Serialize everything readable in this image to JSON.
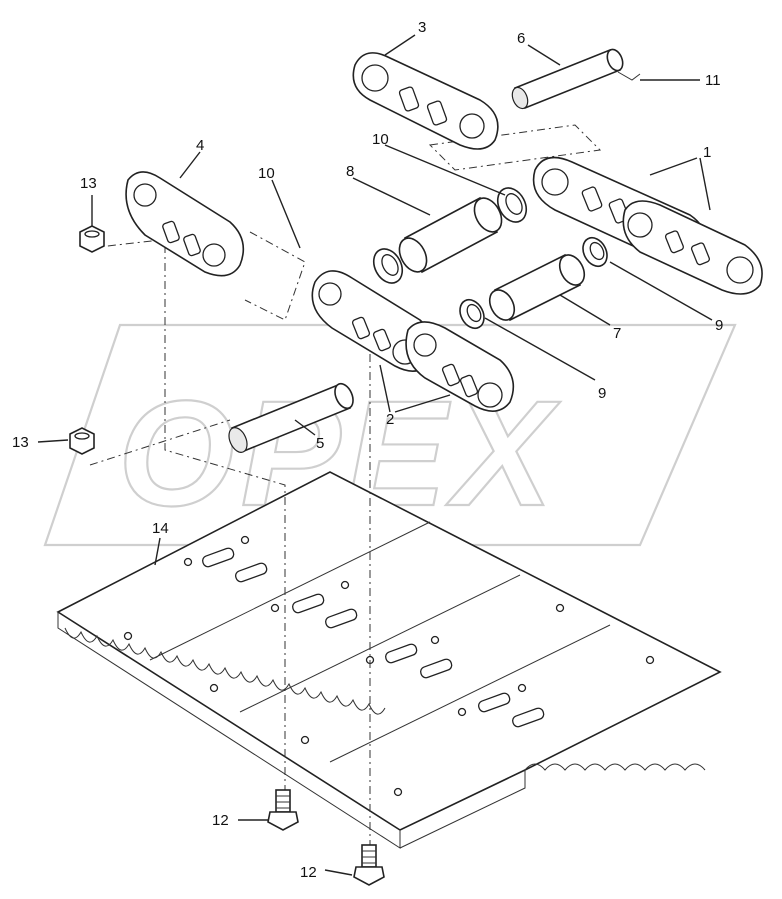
{
  "watermark": "OPEX",
  "callouts": {
    "c1": "1",
    "c2": "2",
    "c3": "3",
    "c4": "4",
    "c5": "5",
    "c6": "6",
    "c7": "7",
    "c8": "8",
    "c9a": "9",
    "c9b": "9",
    "c10a": "10",
    "c10b": "10",
    "c11": "11",
    "c12a": "12",
    "c12b": "12",
    "c13a": "13",
    "c13b": "13",
    "c14": "14"
  }
}
